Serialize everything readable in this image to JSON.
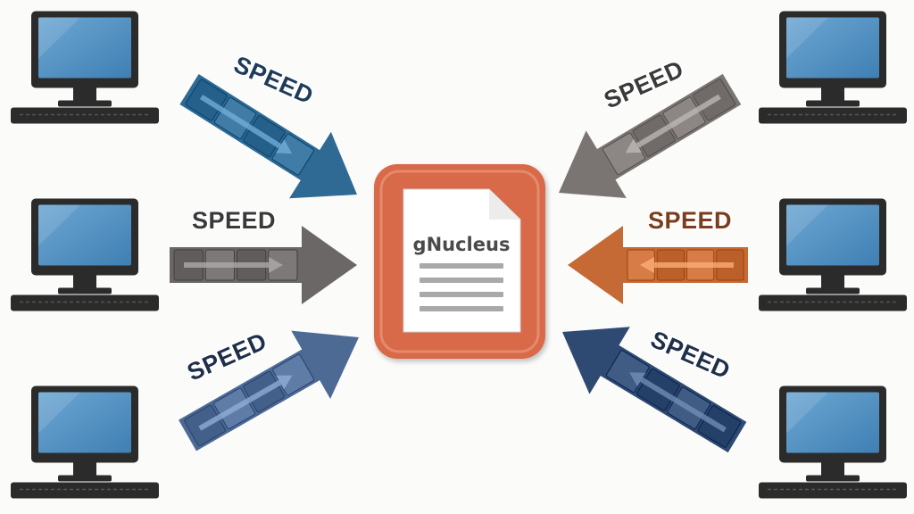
{
  "hub": {
    "title": "gNucleus",
    "frame_color": "#d8694a",
    "text_color": "#4a4a4a"
  },
  "computers": [
    {
      "side": "left",
      "row": "top"
    },
    {
      "side": "left",
      "row": "middle"
    },
    {
      "side": "left",
      "row": "bottom"
    },
    {
      "side": "right",
      "row": "top"
    },
    {
      "side": "right",
      "row": "middle"
    },
    {
      "side": "right",
      "row": "bottom"
    }
  ],
  "arrows": [
    {
      "label": "SPEED",
      "color": "#2e6a93",
      "label_color": "#1f3b5a",
      "icon": "data-stream-arrow"
    },
    {
      "label": "SPEED",
      "color": "#6b6766",
      "label_color": "#3a3a3a",
      "icon": "data-stream-arrow"
    },
    {
      "label": "SPEED",
      "color": "#4d6a95",
      "label_color": "#1f2f4a",
      "icon": "data-stream-arrow"
    },
    {
      "label": "SPEED",
      "color": "#7a7573",
      "label_color": "#3a3a3a",
      "icon": "data-stream-arrow"
    },
    {
      "label": "SPEED",
      "color": "#c56a35",
      "label_color": "#7a3e1e",
      "icon": "data-stream-arrow"
    },
    {
      "label": "SPEED",
      "color": "#2f4a72",
      "label_color": "#1f2f4a",
      "icon": "data-stream-arrow"
    }
  ],
  "colors": {
    "monitor_frame": "#2b2b2b",
    "monitor_screen": "#5a97c6",
    "screen_highlight": "#7fb3da",
    "doc_lines": "#a9a9a9"
  }
}
